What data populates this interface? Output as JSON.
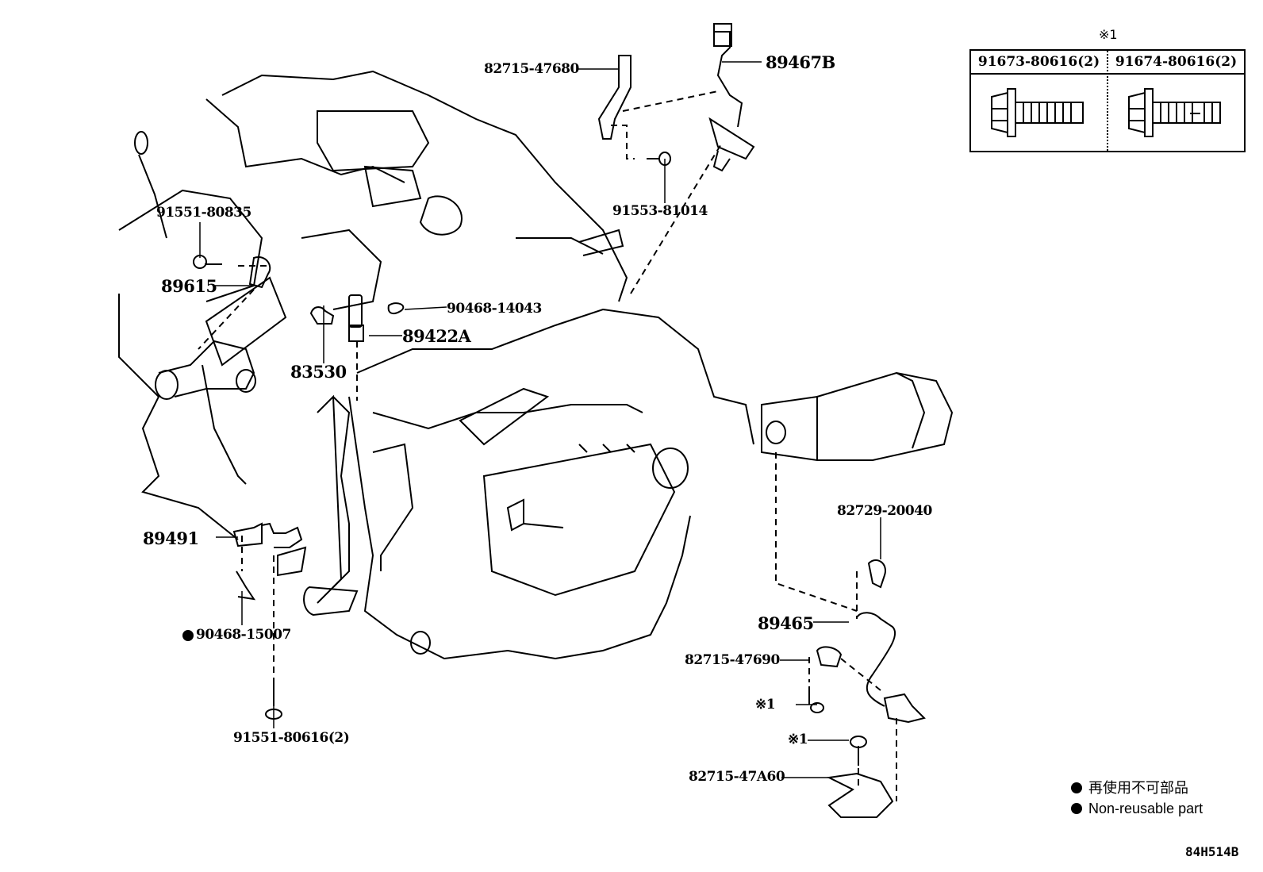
{
  "diagram": {
    "title_code": "84H514B",
    "reference_box": {
      "marker": "※1",
      "columns": [
        {
          "part": "91673-80616(2)",
          "icon": "flange-bolt-icon"
        },
        {
          "part": "91674-80616(2)",
          "icon": "flange-bolt-with-pin-icon"
        }
      ]
    },
    "callouts": [
      {
        "id": "82715-47680",
        "text": "82715-47680"
      },
      {
        "id": "89467B",
        "text": "89467B"
      },
      {
        "id": "91553-81014",
        "text": "91553-81014"
      },
      {
        "id": "91551-80835",
        "text": "91551-80835"
      },
      {
        "id": "89615",
        "text": "89615"
      },
      {
        "id": "90468-14043",
        "text": "90468-14043"
      },
      {
        "id": "89422A",
        "text": "89422A"
      },
      {
        "id": "83530",
        "text": "83530"
      },
      {
        "id": "89491",
        "text": "89491"
      },
      {
        "id": "90468-15007",
        "text": "90468-15007",
        "non_reusable": true
      },
      {
        "id": "91551-80616(2)",
        "text": "91551-80616(2)"
      },
      {
        "id": "82729-20040",
        "text": "82729-20040"
      },
      {
        "id": "89465",
        "text": "89465"
      },
      {
        "id": "82715-47690",
        "text": "82715-47690"
      },
      {
        "id": "ref1-a",
        "text": "※1"
      },
      {
        "id": "ref1-b",
        "text": "※1"
      },
      {
        "id": "82715-47A60",
        "text": "82715-47A60"
      }
    ],
    "legend": {
      "items": [
        {
          "symbol": "filled-circle",
          "text": "再使用不可部品"
        },
        {
          "symbol": "filled-circle",
          "text": "Non-reusable part"
        }
      ]
    }
  }
}
